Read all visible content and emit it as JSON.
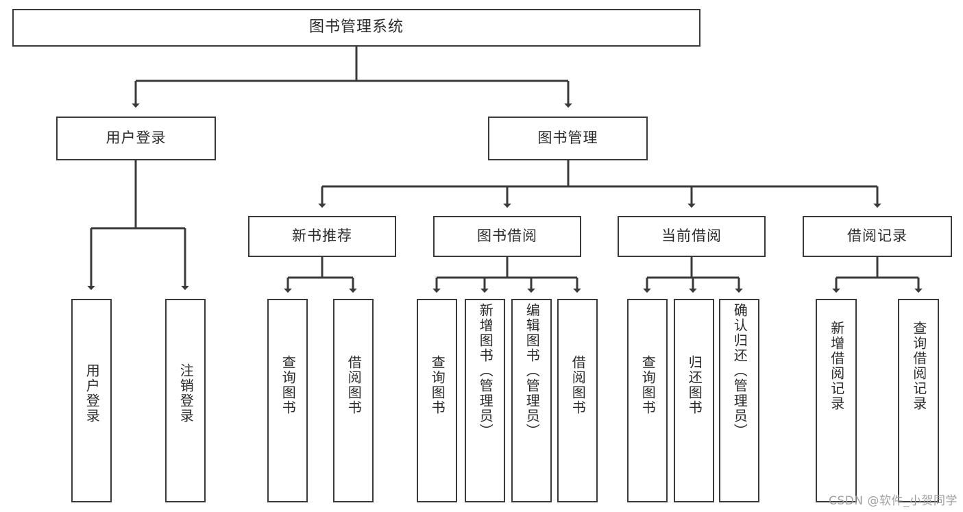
{
  "diagram": {
    "title": "图书管理系统",
    "watermark": "CSDN @软件_小贺同学",
    "line_color": "#3a3a3a",
    "text_color": "#2b2b2b",
    "background_color": "#ffffff",
    "type": "tree-hierarchy",
    "levels": 4
  },
  "nodes": {
    "root": {
      "label": "图书管理系统"
    },
    "level2": [
      {
        "label": "用户登录"
      },
      {
        "label": "图书管理"
      }
    ],
    "level3": [
      {
        "label": "新书推荐"
      },
      {
        "label": "图书借阅"
      },
      {
        "label": "当前借阅"
      },
      {
        "label": "借阅记录"
      }
    ],
    "leaves": {
      "user_login": [
        {
          "label": "用户登录"
        },
        {
          "label": "注销登录"
        }
      ],
      "new_book_recommend": [
        {
          "label": "查询图书"
        },
        {
          "label": "借阅图书"
        }
      ],
      "book_borrow": [
        {
          "label": "查询图书"
        },
        {
          "label": "新增图书（管理员）"
        },
        {
          "label": "编辑图书（管理员）"
        },
        {
          "label": "借阅图书"
        }
      ],
      "current_borrow": [
        {
          "label": "查询图书"
        },
        {
          "label": "归还图书"
        },
        {
          "label": "确认归还（管理员）"
        }
      ],
      "borrow_record": [
        {
          "label": "新增借阅记录"
        },
        {
          "label": "查询借阅记录"
        }
      ]
    }
  }
}
